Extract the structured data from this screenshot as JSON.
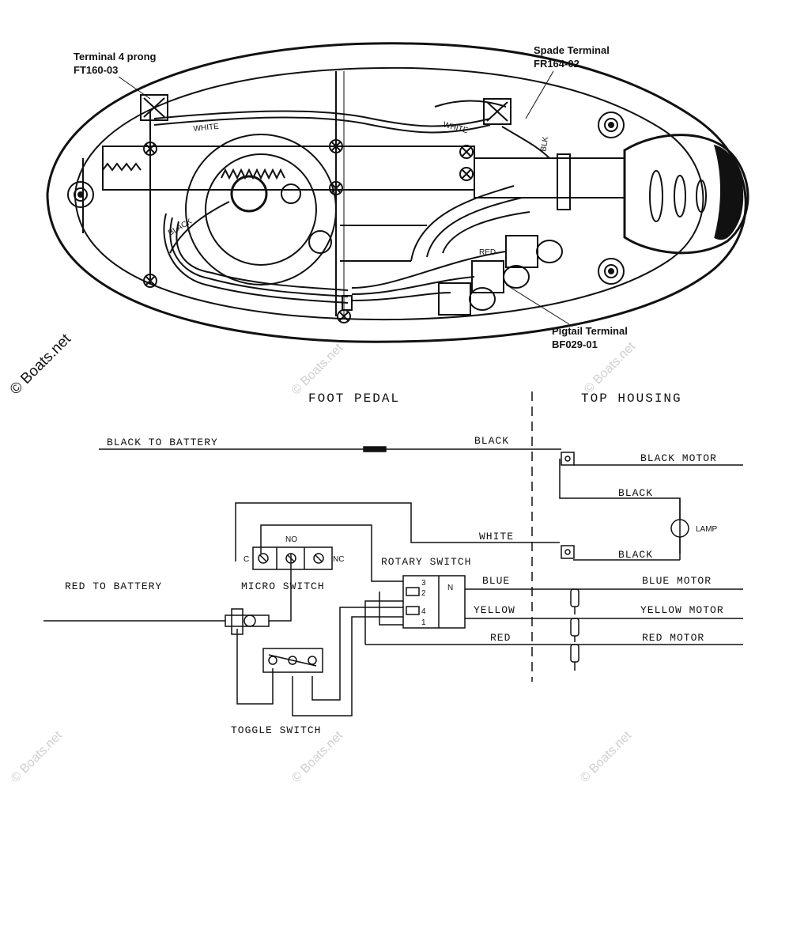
{
  "callouts": {
    "terminal_4_prong": "Terminal 4 prong",
    "terminal_4_prong_part": "FT160-03",
    "spade_terminal": "Spade Terminal",
    "spade_terminal_part": "FR164-02",
    "pigtail_terminal": "Pigtail Terminal",
    "pigtail_terminal_part": "BF029-01"
  },
  "housing_wire_labels": {
    "white_left": "WHITE",
    "white_right": "WHITE",
    "blk": "BLK",
    "black": "BLACK",
    "red": "RED"
  },
  "sections": {
    "foot_pedal": "FOOT PEDAL",
    "top_housing": "TOP HOUSING"
  },
  "schematic": {
    "black_to_battery": "BLACK TO BATTERY",
    "black_top": "BLACK",
    "black_motor": "BLACK MOTOR",
    "black_upper": "BLACK",
    "lamp": "LAMP",
    "white": "WHITE",
    "black_lower": "BLACK",
    "no": "NO",
    "c": "C",
    "nc": "NC",
    "rotary_switch": "ROTARY SWITCH",
    "micro_switch": "MICRO SWITCH",
    "red_to_battery": "RED TO BATTERY",
    "blue": "BLUE",
    "blue_motor": "BLUE MOTOR",
    "yellow": "YELLOW",
    "yellow_motor": "YELLOW MOTOR",
    "red": "RED",
    "red_motor": "RED MOTOR",
    "toggle_switch": "TOGGLE SWITCH",
    "pin_3": "3",
    "pin_2": "2",
    "pin_4": "4",
    "pin_1": "1",
    "pin_n": "N"
  },
  "watermarks": {
    "main": "© Boats.net",
    "faint": "© Boats.net"
  }
}
